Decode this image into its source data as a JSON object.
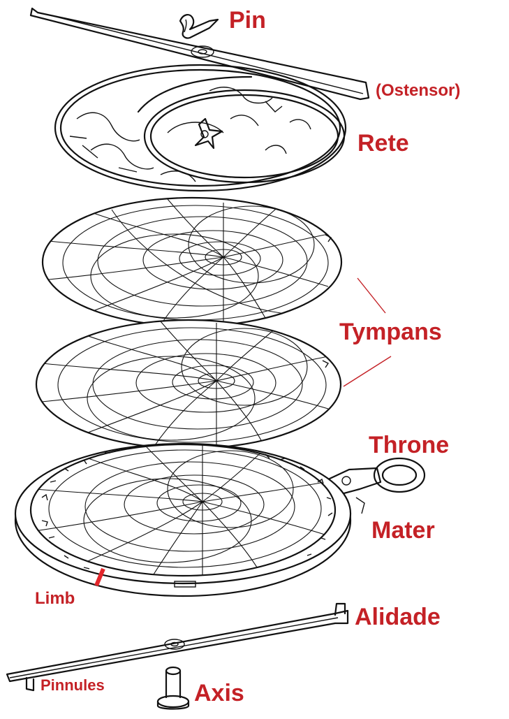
{
  "colors": {
    "label": "#c42126",
    "ink": "#111111",
    "limb_marker": "#e3262b",
    "background": "#ffffff"
  },
  "labels": {
    "pin": "Pin",
    "ostensor": "(Ostensor)",
    "rete": "Rete",
    "tympans": "Tympans",
    "throne": "Throne",
    "mater": "Mater",
    "limb": "Limb",
    "alidade": "Alidade",
    "pinnules": "Pinnules",
    "axis": "Axis"
  }
}
